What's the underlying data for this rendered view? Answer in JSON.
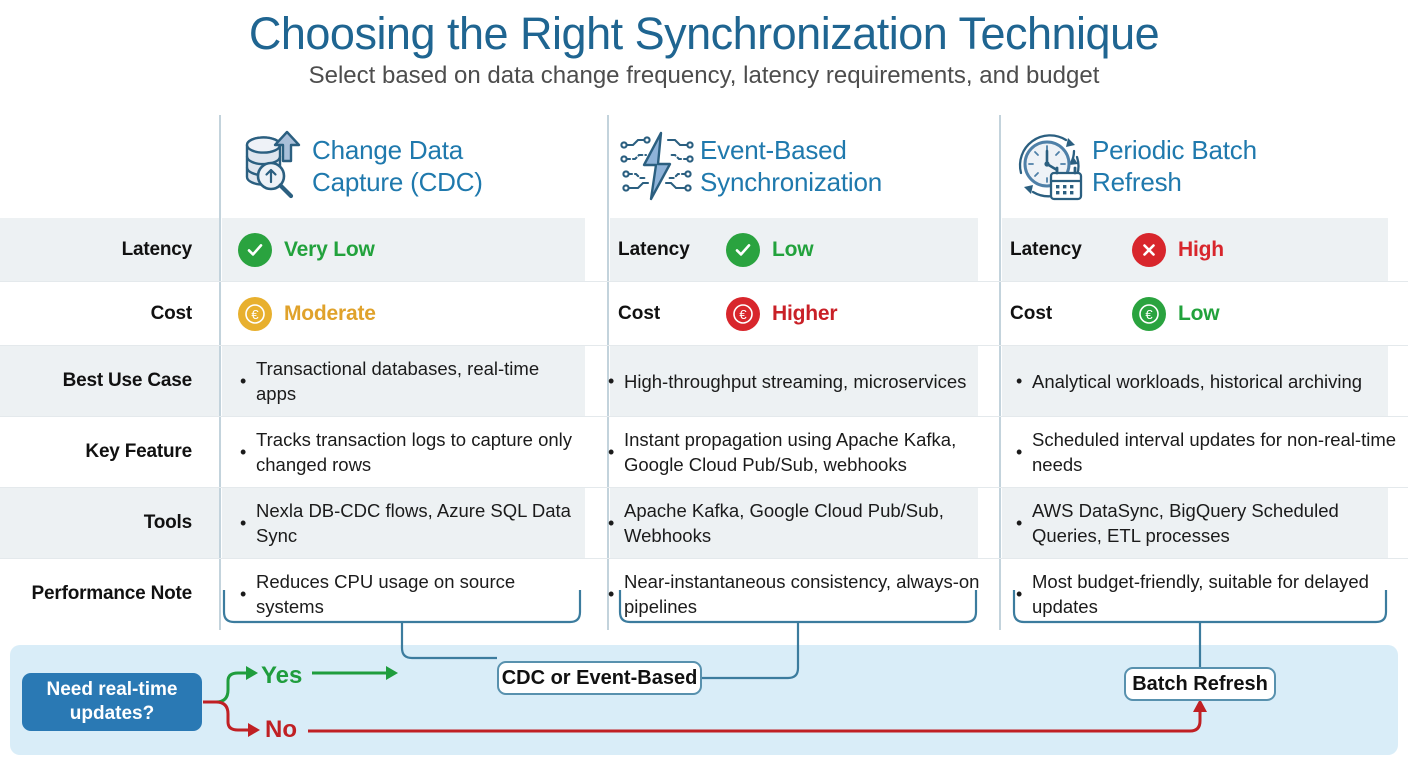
{
  "header": {
    "title": "Choosing the Right Synchronization Technique",
    "subtitle": "Select based on data change frequency, latency requirements, and budget"
  },
  "columns": [
    {
      "id": "cdc",
      "title_line1": "Change Data",
      "title_line2": "Capture (CDC)",
      "icon": "database-search-icon"
    },
    {
      "id": "event",
      "title_line1": "Event-Based",
      "title_line2": "Synchronization",
      "icon": "lightning-circuit-icon"
    },
    {
      "id": "batch",
      "title_line1": "Periodic Batch",
      "title_line2": "Refresh",
      "icon": "clock-calendar-icon"
    }
  ],
  "rows": [
    {
      "label": "Latency",
      "type": "status",
      "cells": [
        {
          "sublabel": "",
          "icon": "check-circle-icon",
          "icon_color": "#2aa33f",
          "text": "Very Low",
          "text_color": "#22a23c"
        },
        {
          "sublabel": "Latency",
          "icon": "check-circle-icon",
          "icon_color": "#2aa33f",
          "text": "Low",
          "text_color": "#22a23c"
        },
        {
          "sublabel": "Latency",
          "icon": "x-circle-icon",
          "icon_color": "#d8262c",
          "text": "High",
          "text_color": "#d8262c"
        }
      ]
    },
    {
      "label": "Cost",
      "type": "status",
      "cells": [
        {
          "sublabel": "",
          "icon": "euro-coin-icon",
          "icon_color": "#eab game",
          "text": "Moderate",
          "text_color": "#e0a22b"
        },
        {
          "sublabel": "Cost",
          "icon": "euro-coin-icon",
          "icon_color": "#d8262c",
          "text": "Higher",
          "text_color": "#c92027"
        },
        {
          "sublabel": "Cost",
          "icon": "euro-coin-icon",
          "icon_color": "#2aa33f",
          "text": "Low",
          "text_color": "#22a23c"
        }
      ]
    },
    {
      "label": "Best Use Case",
      "type": "bullets",
      "cells": [
        {
          "text": "Transactional databases, real-time apps"
        },
        {
          "text": "High-throughput streaming, microservices"
        },
        {
          "text": "Analytical workloads, historical archiving"
        }
      ]
    },
    {
      "label": "Key Feature",
      "type": "bullets",
      "cells": [
        {
          "text": "Tracks transaction logs to capture only changed rows"
        },
        {
          "text": "Instant propagation using Apache Kafka, Google Cloud Pub/Sub, webhooks"
        },
        {
          "text": "Scheduled interval updates for non-real-time needs"
        }
      ]
    },
    {
      "label": "Tools",
      "type": "bullets",
      "cells": [
        {
          "text": "Nexla DB-CDC flows, Azure SQL Data Sync"
        },
        {
          "text": "Apache Kafka, Google Cloud Pub/Sub, Webhooks"
        },
        {
          "text": "AWS DataSync, BigQuery Scheduled Queries, ETL processes"
        }
      ]
    },
    {
      "label": "Performance Note",
      "type": "bullets",
      "cells": [
        {
          "text": "Reduces CPU usage on source systems"
        },
        {
          "text": "Near-instantaneous consistency, always-on pipelines"
        },
        {
          "text": "Most budget-friendly, suitable for delayed updates"
        }
      ]
    }
  ],
  "flow": {
    "decision_line1": "Need real-time",
    "decision_line2": "updates?",
    "yes_label": "Yes",
    "no_label": "No",
    "outcome_realtime": "CDC or Event-Based",
    "outcome_batch": "Batch Refresh"
  },
  "colors": {
    "title_blue": "#1f6591",
    "header_blue": "#1f79ad",
    "green": "#22a23c",
    "red": "#d8262c",
    "amber": "#e0a22b",
    "decision_box": "#2a79b4",
    "band_blue": "#d9edf8",
    "connector": "#3c7c9e",
    "row_shade": "#edf1f3"
  }
}
